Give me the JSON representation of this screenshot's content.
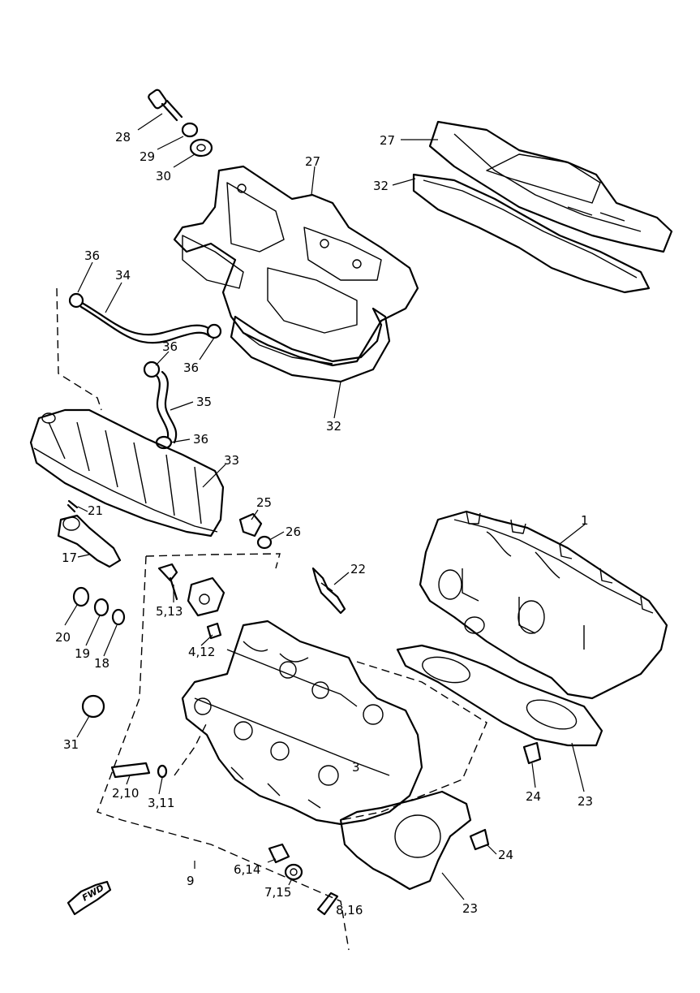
{
  "callouts": {
    "c28": "28",
    "c29": "29",
    "c30": "30",
    "c27_top": "27",
    "c32_top": "32",
    "c27_mid": "27",
    "c36_a": "36",
    "c34": "34",
    "c36_b": "36",
    "c36_c": "36",
    "c35": "35",
    "c36_d": "36",
    "c32_mid": "32",
    "c33": "33",
    "c21": "21",
    "c17": "17",
    "c25": "25",
    "c26": "26",
    "c22": "22",
    "c1": "1",
    "c5_13": "5,13",
    "c4_12": "4,12",
    "c20": "20",
    "c19": "19",
    "c18": "18",
    "c31": "31",
    "c2_10": "2,10",
    "c3_11": "3,11",
    "c3": "3",
    "c23_right": "23",
    "c24_right": "24",
    "c24_bottom": "24",
    "c6_14": "6,14",
    "c7_15": "7,15",
    "c9": "9",
    "c8_16": "8,16",
    "c23_bottom": "23"
  },
  "fwd_label": "FWD"
}
